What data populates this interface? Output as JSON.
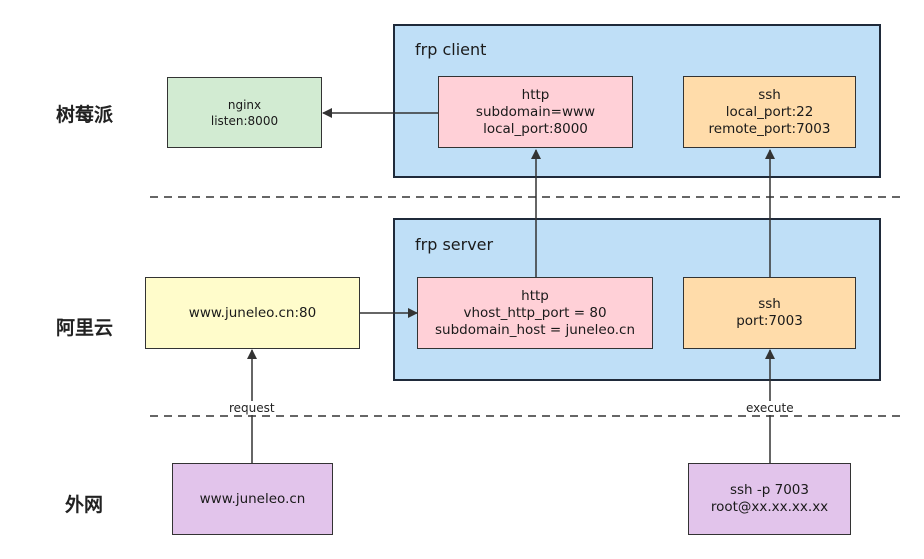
{
  "zones": {
    "raspberry": "树莓派",
    "aliyun": "阿里云",
    "internet": "外网"
  },
  "client_box": {
    "title": "frp client"
  },
  "server_box": {
    "title": "frp server"
  },
  "nodes": {
    "nginx": [
      "nginx",
      "listen:8000"
    ],
    "client_http": [
      "http",
      "subdomain=www",
      "local_port:8000"
    ],
    "client_ssh": [
      "ssh",
      "local_port:22",
      "remote_port:7003"
    ],
    "server_http": [
      "http",
      "vhost_http_port = 80",
      "subdomain_host = juneleo.cn"
    ],
    "server_ssh": [
      "ssh",
      "port:7003"
    ],
    "web_entry": [
      "www.juneleo.cn:80"
    ],
    "browser": [
      "www.juneleo.cn"
    ],
    "ssh_cmd": [
      "ssh -p 7003",
      "root@xx.xx.xx.xx"
    ]
  },
  "edge_labels": {
    "request": "request",
    "execute": "execute"
  },
  "colors": {
    "container": "#bfdff7",
    "green": "#d2ebd2",
    "pink": "#ffd0d7",
    "orange": "#ffdcaa",
    "yellow": "#fffccb",
    "purple": "#e2c4eb"
  }
}
